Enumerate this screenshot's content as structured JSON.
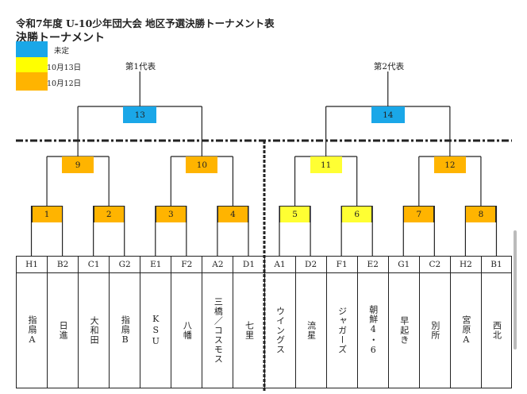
{
  "header": {
    "title": "令和7年度 U-10少年団大会 地区予選決勝トーナメント表",
    "subtitle": "決勝トーナメント"
  },
  "legend": [
    {
      "label": "未定",
      "color": "#1aa7e8"
    },
    {
      "label": "10月13日",
      "color": "#ffff00"
    },
    {
      "label": "10月12日",
      "color": "#ffb400"
    }
  ],
  "representatives": [
    "第1代表",
    "第2代表"
  ],
  "teams": [
    {
      "code": "H1",
      "name": "指扇A"
    },
    {
      "code": "B2",
      "name": "日進"
    },
    {
      "code": "C1",
      "name": "大和田"
    },
    {
      "code": "G2",
      "name": "指扇B"
    },
    {
      "code": "E1",
      "name": "KSU"
    },
    {
      "code": "F2",
      "name": "八幡"
    },
    {
      "code": "A2",
      "name": "三橋／コスモス"
    },
    {
      "code": "D1",
      "name": "七里"
    },
    {
      "code": "A1",
      "name": "ウイングス"
    },
    {
      "code": "D2",
      "name": "流星"
    },
    {
      "code": "F1",
      "name": "ジャガーズ"
    },
    {
      "code": "E2",
      "name": "朝鮮4・6"
    },
    {
      "code": "G1",
      "name": "早起き"
    },
    {
      "code": "C2",
      "name": "別所"
    },
    {
      "code": "H2",
      "name": "宮原A"
    },
    {
      "code": "B1",
      "name": "西北"
    }
  ],
  "matches": {
    "round1": [
      {
        "no": "1",
        "color": "#ffb400"
      },
      {
        "no": "2",
        "color": "#ffb400"
      },
      {
        "no": "3",
        "color": "#ffb400"
      },
      {
        "no": "4",
        "color": "#ffb400"
      },
      {
        "no": "5",
        "color": "#ffff33"
      },
      {
        "no": "6",
        "color": "#ffff33"
      },
      {
        "no": "7",
        "color": "#ffb400"
      },
      {
        "no": "8",
        "color": "#ffb400"
      }
    ],
    "round2": [
      {
        "no": "9",
        "color": "#ffb400"
      },
      {
        "no": "10",
        "color": "#ffb400"
      },
      {
        "no": "11",
        "color": "#ffff33"
      },
      {
        "no": "12",
        "color": "#ffb400"
      }
    ],
    "final": [
      {
        "no": "13",
        "color": "#1aa7e8"
      },
      {
        "no": "14",
        "color": "#1aa7e8"
      }
    ]
  }
}
